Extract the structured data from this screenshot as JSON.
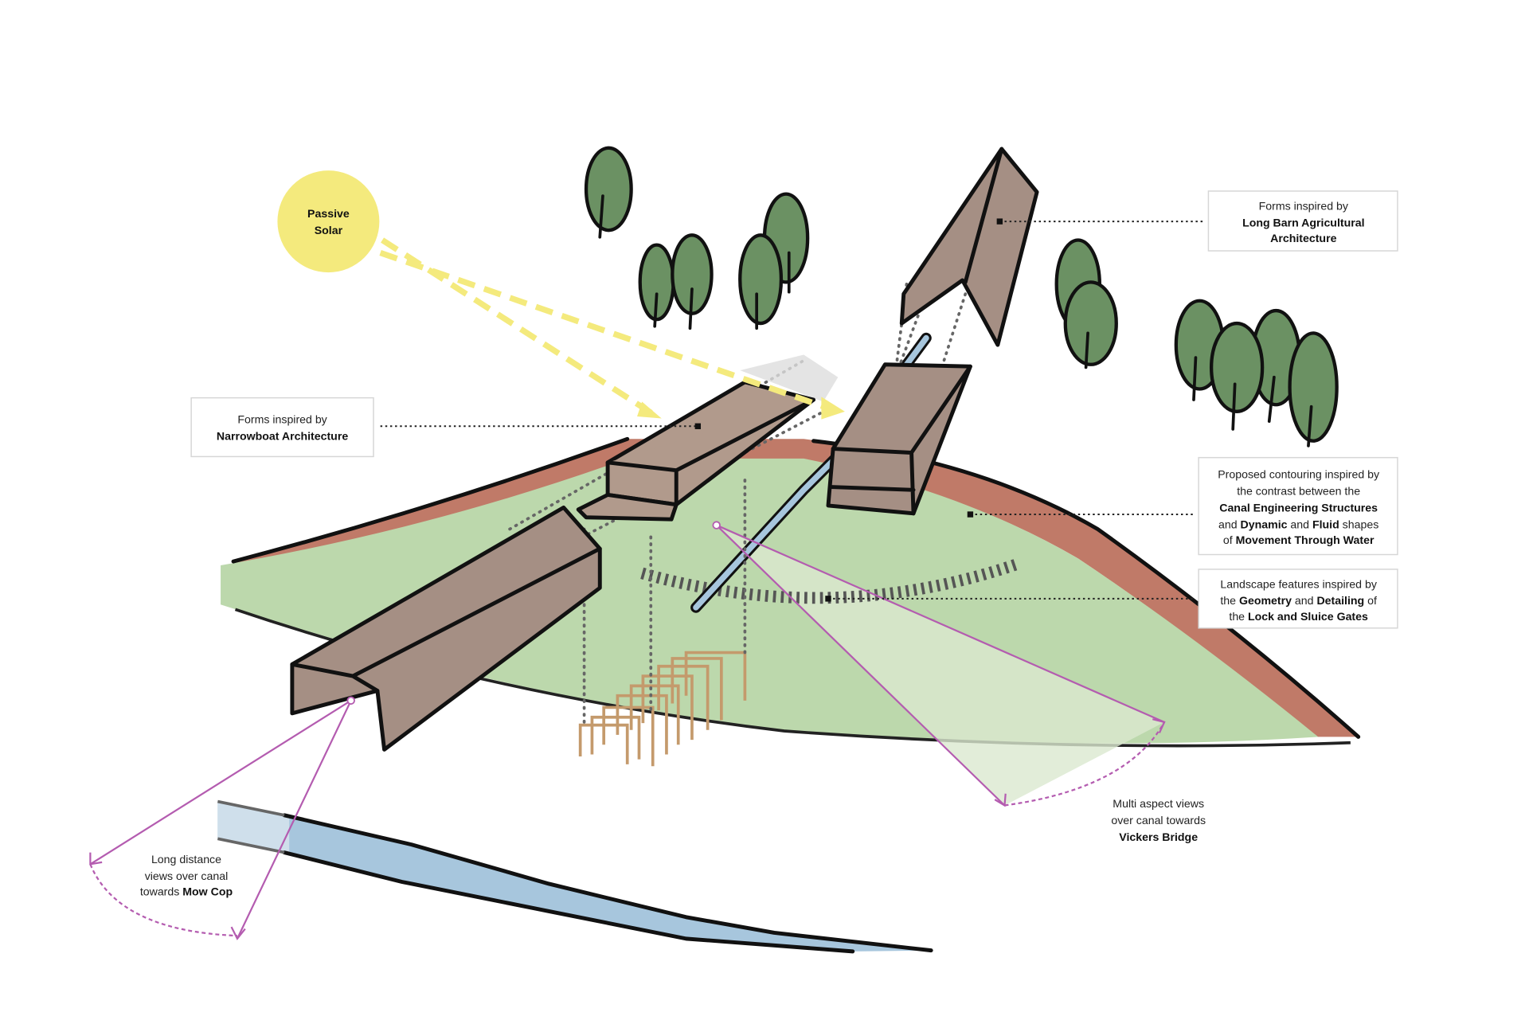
{
  "sun": {
    "line1": "Passive",
    "line2": "Solar"
  },
  "labels": {
    "narrowboat": {
      "line1": "Forms inspired by",
      "line2": "Narrowboat Architecture"
    },
    "long_barn": {
      "line1": "Forms inspired by",
      "line2": "Long Barn Agricultural",
      "line3": "Architecture"
    },
    "contouring": {
      "line1": "Proposed contouring inspired by",
      "line2": "the contrast between the",
      "line3": "Canal Engineering Structures",
      "line4a": "and ",
      "line4b": "Dynamic",
      "line4c": " and ",
      "line4d": "Fluid",
      "line4e": " shapes",
      "line5a": "of ",
      "line5b": "Movement Through Water"
    },
    "landscape": {
      "line1": "Landscape features inspired by",
      "line2a": "the ",
      "line2b": "Geometry",
      "line2c": " and ",
      "line2d": "Detailing",
      "line2e": " of",
      "line3a": "the ",
      "line3b": "Lock and Sluice Gates"
    },
    "mow_cop": {
      "line1": "Long distance",
      "line2": "views over canal",
      "line3a": "towards ",
      "line3b": "Mow Cop"
    },
    "vickers": {
      "line1": "Multi aspect views",
      "line2": "over canal towards",
      "line3": "Vickers Bridge"
    }
  },
  "colors": {
    "sun": "#f4ea7d",
    "grass": "#bcd8ac",
    "earth": "#c07a68",
    "water": "#a7c6dd",
    "building": "#a58f84",
    "tree": "#6b9163",
    "view": "#b45cb0",
    "gate": "#c49a6c"
  }
}
